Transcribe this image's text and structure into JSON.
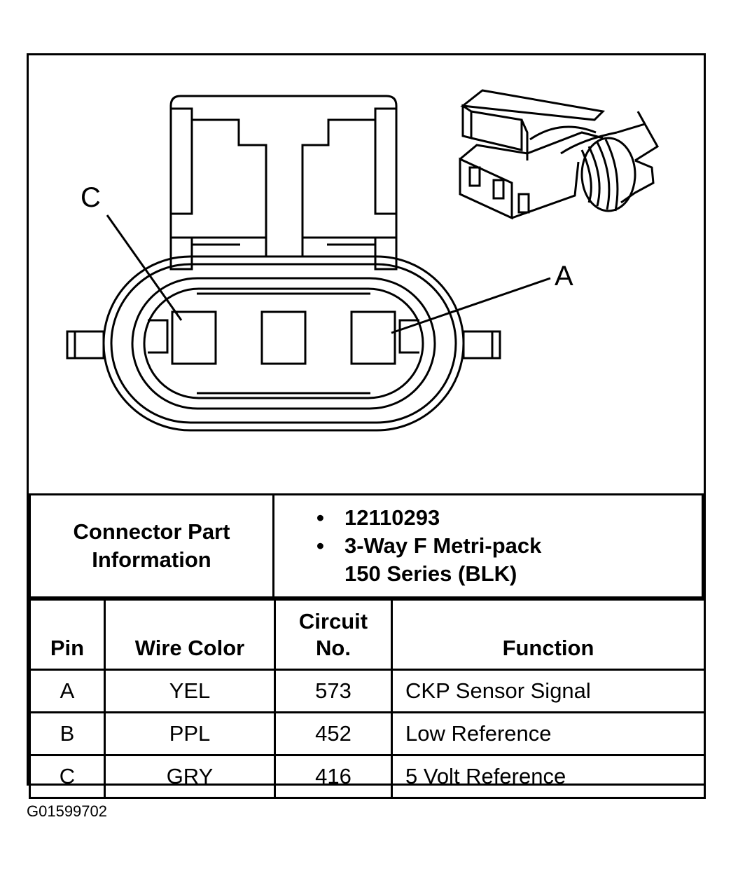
{
  "diagram": {
    "labels": {
      "pin_c": "C",
      "pin_a": "A"
    }
  },
  "connector_info": {
    "label": "Connector Part Information",
    "items": [
      "12110293",
      "3-Way F Metri-pack 150 Series (BLK)"
    ]
  },
  "pin_table": {
    "headers": {
      "pin": "Pin",
      "wire_color": "Wire Color",
      "circuit": "Circuit No.",
      "function": "Function"
    },
    "rows": [
      {
        "pin": "A",
        "wire_color": "YEL",
        "circuit": "573",
        "function": "CKP Sensor Signal"
      },
      {
        "pin": "B",
        "wire_color": "PPL",
        "circuit": "452",
        "function": "Low Reference"
      },
      {
        "pin": "C",
        "wire_color": "GRY",
        "circuit": "416",
        "function": "5 Volt Reference"
      }
    ]
  },
  "figure_code": "G01599702"
}
